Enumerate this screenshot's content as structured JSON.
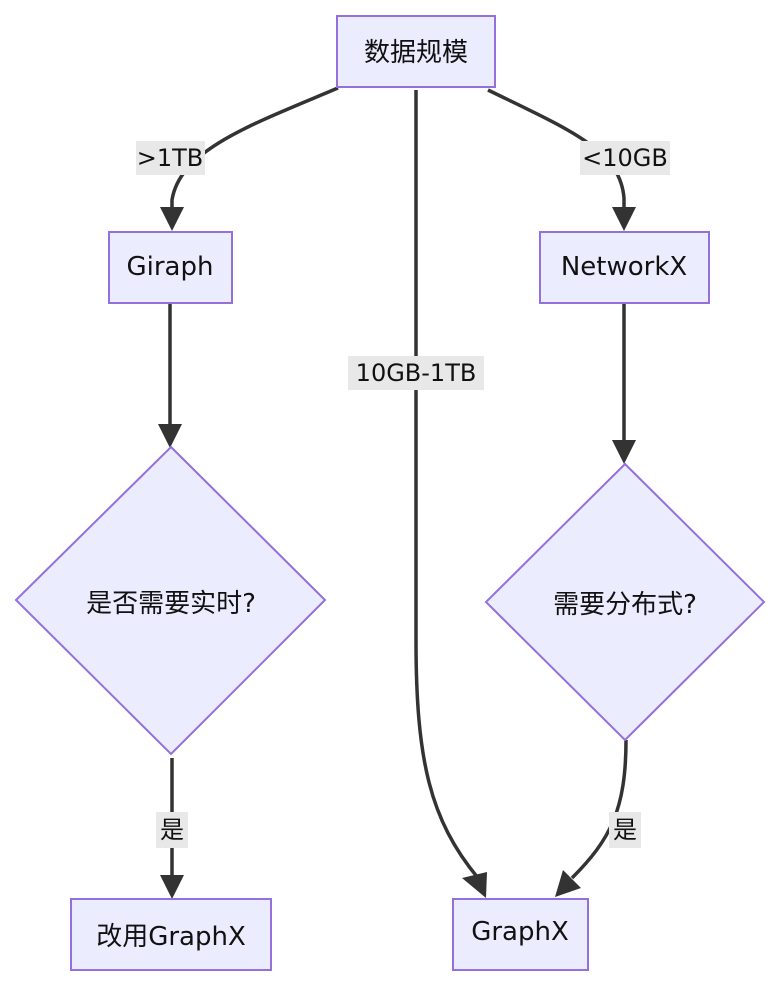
{
  "nodes": {
    "data_scale": "数据规模",
    "giraph": "Giraph",
    "networkx": "NetworkX",
    "need_realtime": "是否需要实时?",
    "need_distributed": "需要分布式?",
    "switch_graphx": "改用GraphX",
    "graphx": "GraphX"
  },
  "edges": {
    "to_giraph": ">1TB",
    "to_networkx": "<10GB",
    "to_graphx_mid": "10GB-1TB",
    "realtime_yes": "是",
    "distributed_yes": "是"
  }
}
